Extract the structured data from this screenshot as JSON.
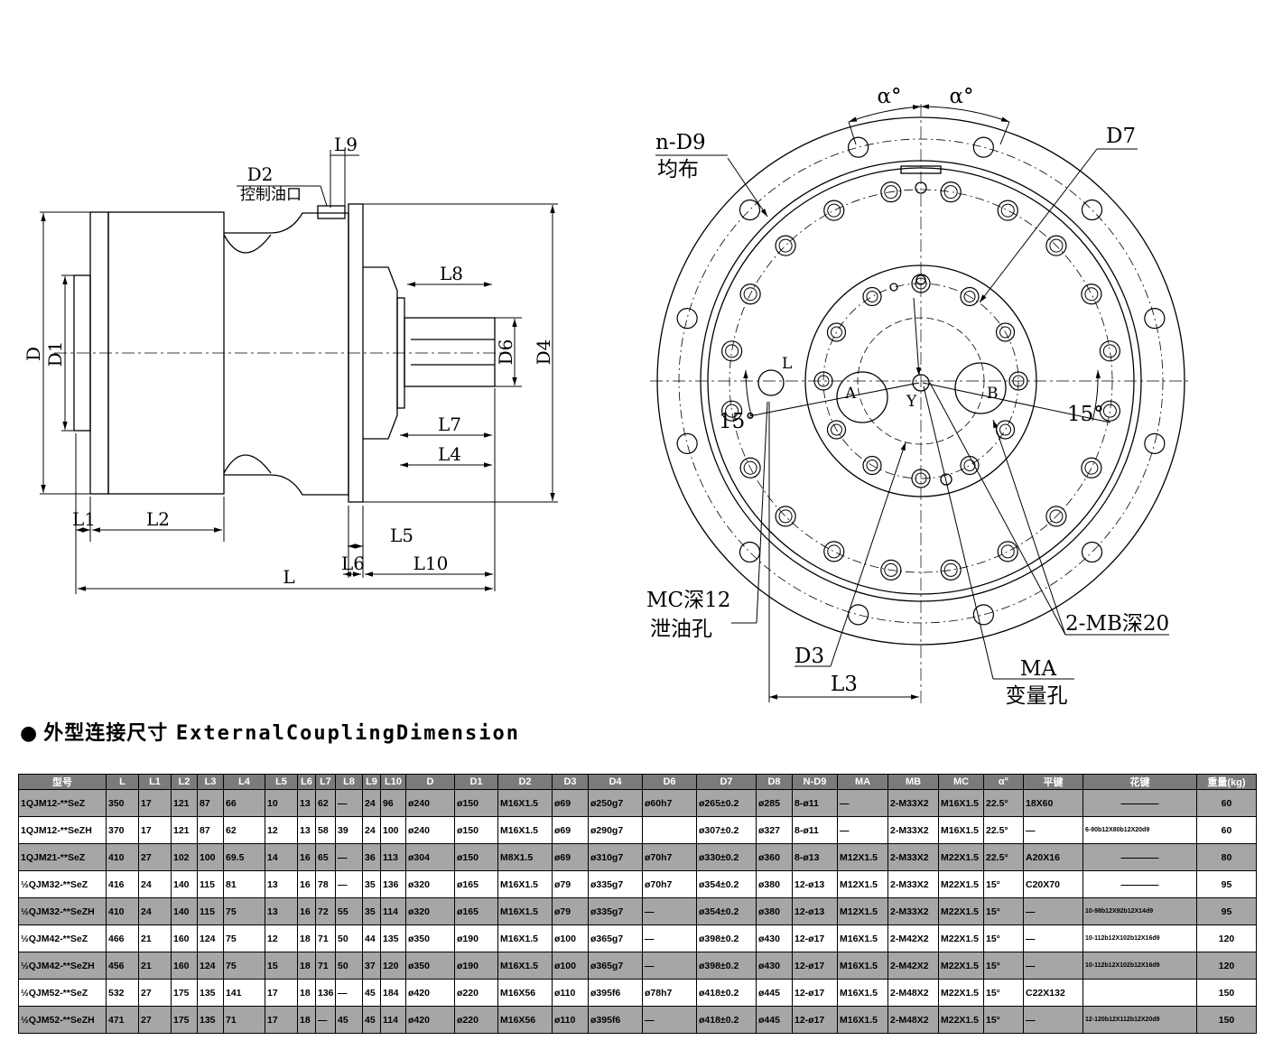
{
  "drawing": {
    "left_labels": {
      "d": "D",
      "d1": "D1",
      "d2": "D2",
      "d2_cn": "控制油口",
      "d4": "D4",
      "d6": "D6",
      "l": "L",
      "l1": "L1",
      "l2": "L2",
      "l4": "L4",
      "l5": "L5",
      "l6": "L6",
      "l7": "L7",
      "l8": "L8",
      "l9": "L9",
      "l10": "L10"
    },
    "right_labels": {
      "alpha_left": "α°",
      "alpha_right": "α°",
      "nd9": "n-D9",
      "nd9_cn": "均布",
      "d7": "D7",
      "port_l": "L",
      "port_a": "A",
      "port_b": "B",
      "port_y": "Y",
      "angle_left": "15°",
      "angle_right": "15°",
      "mc": "MC深12",
      "mc_cn": "泄油孔",
      "mb": "2-MB深20",
      "d3": "D3",
      "l3": "L3",
      "ma": "MA",
      "ma_cn": "变量孔"
    }
  },
  "section": {
    "bullet": "●",
    "title_cn": "外型连接尺寸",
    "title_en": "ExternalCouplingDimension"
  },
  "table": {
    "headers": [
      "型号",
      "L",
      "L1",
      "L2",
      "L3",
      "L4",
      "L5",
      "L6",
      "L7",
      "L8",
      "L9",
      "L10",
      "D",
      "D1",
      "D2",
      "D3",
      "D4",
      "D6",
      "D7",
      "D8",
      "N-D9",
      "MA",
      "MB",
      "MC",
      "α°",
      "平键",
      "花键",
      "重量(kg)"
    ],
    "rows": [
      {
        "shade": true,
        "cells": [
          "1QJM12-**SeZ",
          "350",
          "17",
          "121",
          "87",
          "66",
          "10",
          "13",
          "62",
          "—",
          "24",
          "96",
          "ø240",
          "ø150",
          "M16X1.5",
          "ø69",
          "ø250g7",
          "ø60h7",
          "ø265±0.2",
          "ø285",
          "8-ø11",
          "—",
          "2-M33X2",
          "M16X1.5",
          "22.5°",
          "18X60",
          "————",
          "60"
        ]
      },
      {
        "shade": false,
        "cells": [
          "1QJM12-**SeZH",
          "370",
          "17",
          "121",
          "87",
          "62",
          "12",
          "13",
          "58",
          "39",
          "24",
          "100",
          "ø240",
          "ø150",
          "M16X1.5",
          "ø69",
          "ø290g7",
          "",
          "ø307±0.2",
          "ø327",
          "8-ø11",
          "—",
          "2-M33X2",
          "M16X1.5",
          "22.5°",
          "—",
          "6-90b12X80b12X20d9",
          "60"
        ]
      },
      {
        "shade": true,
        "cells": [
          "1QJM21-**SeZ",
          "410",
          "27",
          "102",
          "100",
          "69.5",
          "14",
          "16",
          "65",
          "—",
          "36",
          "113",
          "ø304",
          "ø150",
          "M8X1.5",
          "ø69",
          "ø310g7",
          "ø70h7",
          "ø330±0.2",
          "ø360",
          "8-ø13",
          "M12X1.5",
          "2-M33X2",
          "M22X1.5",
          "22.5°",
          "A20X16",
          "————",
          "80"
        ]
      },
      {
        "shade": false,
        "cells": [
          "½QJM32-**SeZ",
          "416",
          "24",
          "140",
          "115",
          "81",
          "13",
          "16",
          "78",
          "—",
          "35",
          "136",
          "ø320",
          "ø165",
          "M16X1.5",
          "ø79",
          "ø335g7",
          "ø70h7",
          "ø354±0.2",
          "ø380",
          "12-ø13",
          "M12X1.5",
          "2-M33X2",
          "M22X1.5",
          "15°",
          "C20X70",
          "————",
          "95"
        ]
      },
      {
        "shade": true,
        "cells": [
          "½QJM32-**SeZH",
          "410",
          "24",
          "140",
          "115",
          "75",
          "13",
          "16",
          "72",
          "55",
          "35",
          "114",
          "ø320",
          "ø165",
          "M16X1.5",
          "ø79",
          "ø335g7",
          "—",
          "ø354±0.2",
          "ø380",
          "12-ø13",
          "M12X1.5",
          "2-M33X2",
          "M22X1.5",
          "15°",
          "—",
          "10-98b12X92b12X14d9",
          "95"
        ]
      },
      {
        "shade": false,
        "cells": [
          "½QJM42-**SeZ",
          "466",
          "21",
          "160",
          "124",
          "75",
          "12",
          "18",
          "71",
          "50",
          "44",
          "135",
          "ø350",
          "ø190",
          "M16X1.5",
          "ø100",
          "ø365g7",
          "—",
          "ø398±0.2",
          "ø430",
          "12-ø17",
          "M16X1.5",
          "2-M42X2",
          "M22X1.5",
          "15°",
          "—",
          "10-112b12X102b12X16d9",
          "120"
        ]
      },
      {
        "shade": true,
        "cells": [
          "½QJM42-**SeZH",
          "456",
          "21",
          "160",
          "124",
          "75",
          "15",
          "18",
          "71",
          "50",
          "37",
          "120",
          "ø350",
          "ø190",
          "M16X1.5",
          "ø100",
          "ø365g7",
          "—",
          "ø398±0.2",
          "ø430",
          "12-ø17",
          "M16X1.5",
          "2-M42X2",
          "M22X1.5",
          "15°",
          "—",
          "10-112b12X102b12X16d9",
          "120"
        ]
      },
      {
        "shade": false,
        "cells": [
          "½QJM52-**SeZ",
          "532",
          "27",
          "175",
          "135",
          "141",
          "17",
          "18",
          "136",
          "—",
          "45",
          "184",
          "ø420",
          "ø220",
          "M16X56",
          "ø110",
          "ø395f6",
          "ø78h7",
          "ø418±0.2",
          "ø445",
          "12-ø17",
          "M16X1.5",
          "2-M48X2",
          "M22X1.5",
          "15°",
          "C22X132",
          "",
          "150"
        ]
      },
      {
        "shade": true,
        "cells": [
          "½QJM52-**SeZH",
          "471",
          "27",
          "175",
          "135",
          "71",
          "17",
          "18",
          "—",
          "45",
          "45",
          "114",
          "ø420",
          "ø220",
          "M16X56",
          "ø110",
          "ø395f6",
          "—",
          "ø418±0.2",
          "ø445",
          "12-ø17",
          "M16X1.5",
          "2-M48X2",
          "M22X1.5",
          "15°",
          "—",
          "12-120b12X112b12X20d9",
          "150"
        ]
      }
    ]
  }
}
